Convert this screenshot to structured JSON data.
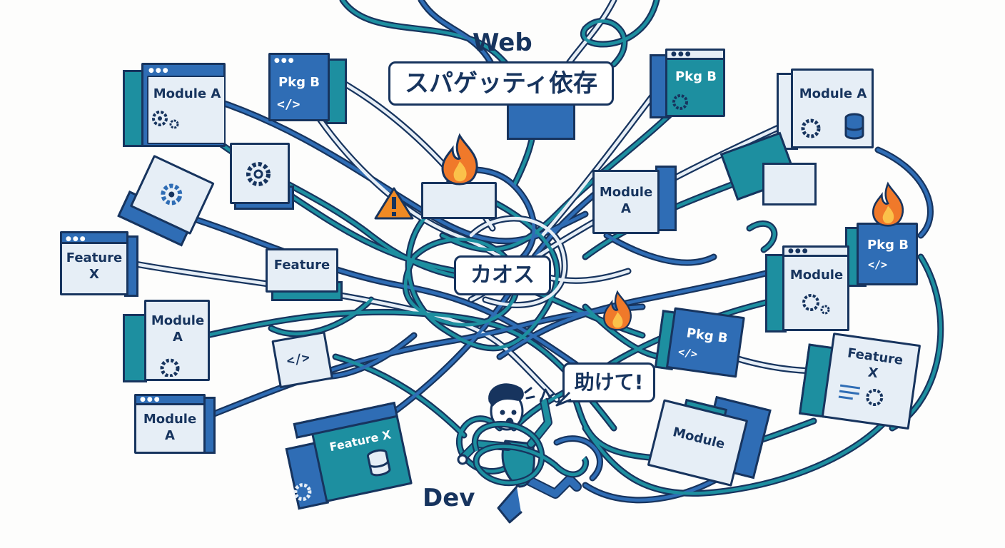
{
  "labels": {
    "top_word": "Web",
    "title_bubble": "スパゲッティ依存",
    "center_bubble": "カオス",
    "help_bubble": "助けて!",
    "bottom_word": "Dev"
  },
  "modules": [
    {
      "id": "m1",
      "label": "Module A",
      "code": "",
      "icon": "gears-icon"
    },
    {
      "id": "m2",
      "label": "Pkg B",
      "code": "</>",
      "icon": ""
    },
    {
      "id": "m3",
      "label": "",
      "code": "",
      "icon": "gear-icon"
    },
    {
      "id": "m4",
      "label": "",
      "code": "",
      "icon": "gear-icon"
    },
    {
      "id": "m5",
      "label": "Feature\nX",
      "code": "",
      "icon": ""
    },
    {
      "id": "m6",
      "label": "Feature",
      "code": "",
      "icon": ""
    },
    {
      "id": "m7",
      "label": "Module\nA",
      "code": "",
      "icon": "gear-icon"
    },
    {
      "id": "m8",
      "label": "",
      "code": "</>",
      "icon": ""
    },
    {
      "id": "m9",
      "label": "Module\nA",
      "code": "",
      "icon": ""
    },
    {
      "id": "m10",
      "label": "Feature X",
      "code": "",
      "icon": "database-icon"
    },
    {
      "id": "m11",
      "label": "Pkg B",
      "code": "",
      "icon": "gear-icon"
    },
    {
      "id": "m12",
      "label": "Module A",
      "code": "",
      "icon": "gear-database-icon"
    },
    {
      "id": "m13",
      "label": "Module\nA",
      "code": "",
      "icon": ""
    },
    {
      "id": "m14",
      "label": "Pkg B",
      "code": "</>",
      "icon": ""
    },
    {
      "id": "m15",
      "label": "Module",
      "code": "",
      "icon": "gears-icon"
    },
    {
      "id": "m16",
      "label": "Pkg B",
      "code": "</>",
      "icon": ""
    },
    {
      "id": "m17",
      "label": "Feature\nX",
      "code": "",
      "icon": "list-gear-icon"
    },
    {
      "id": "m18",
      "label": "Module",
      "code": "",
      "icon": ""
    }
  ],
  "colors": {
    "navy": "#17345e",
    "blue": "#2f6db5",
    "teal": "#1d8fa0",
    "light": "#e6eef6",
    "fire": "#f0792a",
    "warning": "#f08a24"
  }
}
